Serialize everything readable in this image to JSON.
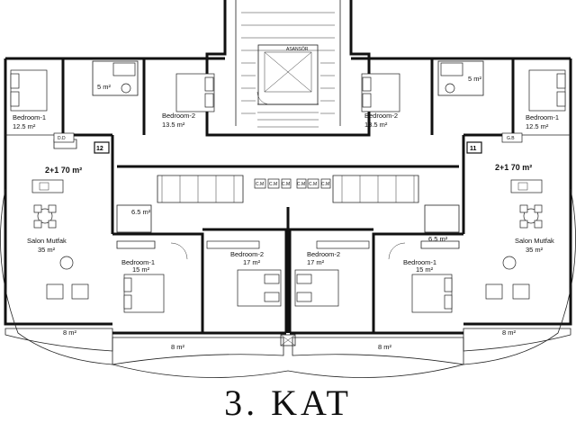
{
  "floor_label": "3. KAT",
  "elevator_label": "ASANSÖR",
  "left_unit": {
    "number": "12",
    "type": "2+1 70 m²",
    "bedroom1": {
      "name": "Bedroom-1",
      "area": "12.5 m²"
    },
    "bedroom2": {
      "name": "Bedroom-2",
      "area": "13.5 m²"
    },
    "bath_area": "5 m²",
    "small_bath_area": "6.5 m²",
    "salon": {
      "name": "Salon Mutfak",
      "area": "35 m²"
    },
    "balcony_area": "8 m²",
    "tag": "D.D"
  },
  "right_unit": {
    "number": "11",
    "type": "2+1 70 m²",
    "bedroom1": {
      "name": "Bedroom-1",
      "area": "12.5 m²"
    },
    "bedroom2": {
      "name": "Bedroom-2",
      "area": "13.5 m²"
    },
    "bath_area": "5 m²",
    "small_bath_area": "6.5 m²",
    "salon": {
      "name": "Salon Mutfak",
      "area": "35 m²"
    },
    "balcony_area": "8 m²",
    "tag": "G.B"
  },
  "center_left_unit": {
    "bedroom1": {
      "name": "Bedroom-1",
      "area": "15 m²"
    },
    "bedroom2": {
      "name": "Bedroom-2",
      "area": "17 m²"
    },
    "balcony_area": "8 m²"
  },
  "center_right_unit": {
    "bedroom1": {
      "name": "Bedroom-1",
      "area": "15 m²"
    },
    "bedroom2": {
      "name": "Bedroom-2",
      "area": "17 m²"
    },
    "balcony_area": "8 m²"
  },
  "meter_labels": [
    "C.M",
    "C.M",
    "C.M",
    "C.M",
    "C.M",
    "C.M"
  ]
}
